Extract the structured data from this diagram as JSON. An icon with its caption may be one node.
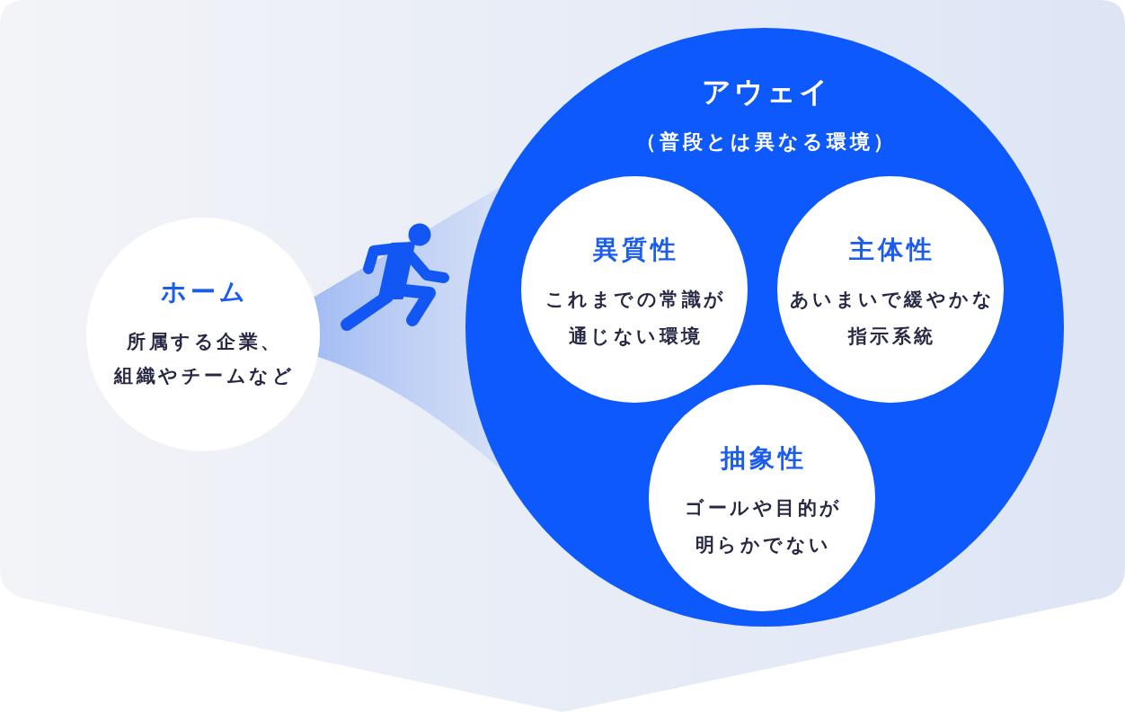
{
  "diagram": {
    "nodes": [
      {
        "text": [
          "ホーム",
          "所属する企業、組織やチームなど"
        ]
      },
      {
        "text": [
          "アウェイ",
          "（普段とは異なる環境）"
        ]
      },
      {
        "text": [
          "異質性",
          "これまでの常識が通じない環境"
        ],
        "in": 1
      },
      {
        "text": [
          "主体性",
          "あいまいで緩やかな指示系統"
        ],
        "in": 1
      },
      {
        "text": [
          "抽象性",
          "ゴールや目的が明らかでない"
        ],
        "in": 1
      }
    ],
    "edges": [
      {
        "from": 0,
        "to": 1,
        "arrow": "none"
      }
    ]
  }
}
